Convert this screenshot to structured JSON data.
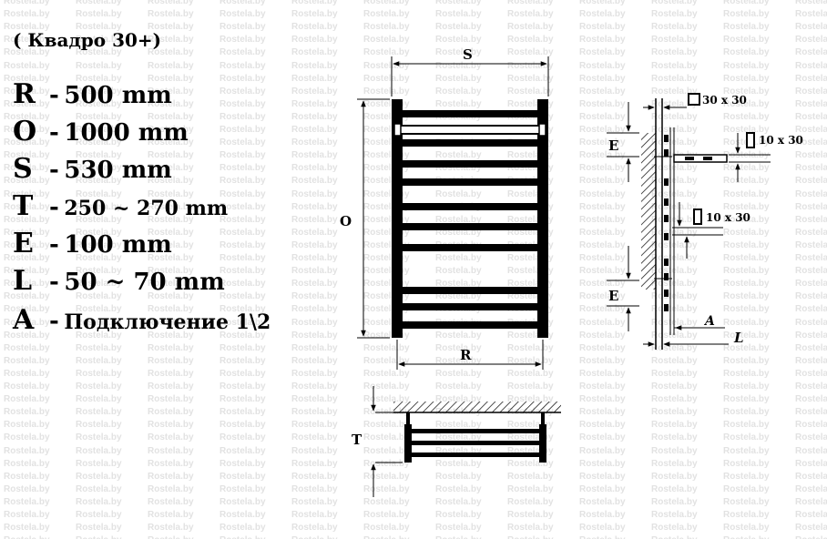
{
  "watermark": {
    "text": "Rostela.by"
  },
  "title": "( Квадро 30+)",
  "specs": [
    {
      "key": "R",
      "sep": "-",
      "value": "500 mm"
    },
    {
      "key": "O",
      "sep": "-",
      "value": "1000 mm"
    },
    {
      "key": "S",
      "sep": "-",
      "value": "530 mm"
    },
    {
      "key": "T",
      "sep": "-",
      "value": "250 ~ 270 mm"
    },
    {
      "key": "E",
      "sep": "-",
      "value": "100 mm"
    },
    {
      "key": "L",
      "sep": "-",
      "value": "50 ~ 70 mm"
    },
    {
      "key": "A",
      "sep": "-",
      "value": "Подключение 1\\2"
    }
  ],
  "labels": {
    "s": "S",
    "o": "O",
    "r": "R",
    "t": "T",
    "e_top": "E",
    "e_bottom": "E",
    "a": "A",
    "l": "L",
    "pipe_30": "30 x 30",
    "bar_10_a": "10 x 30",
    "bar_10_b": "10 x 30"
  }
}
